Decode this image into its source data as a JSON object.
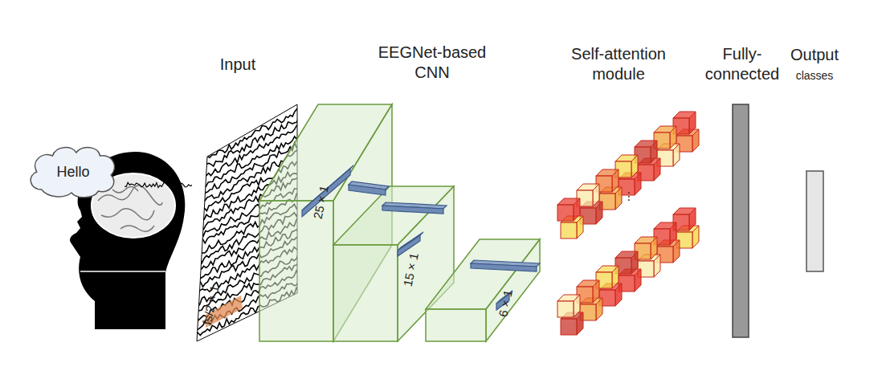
{
  "diagram": {
    "nodes": [
      {
        "text": [
          "Hello"
        ]
      }
    ],
    "labels": [
      "Input",
      "EEGNet-based CNN",
      "Self-attention module",
      "Fully-connected",
      "Output",
      "classes",
      "25 × 1",
      "15 × 1",
      "6 × 1",
      "fs/2 × 1",
      "⋮"
    ]
  }
}
